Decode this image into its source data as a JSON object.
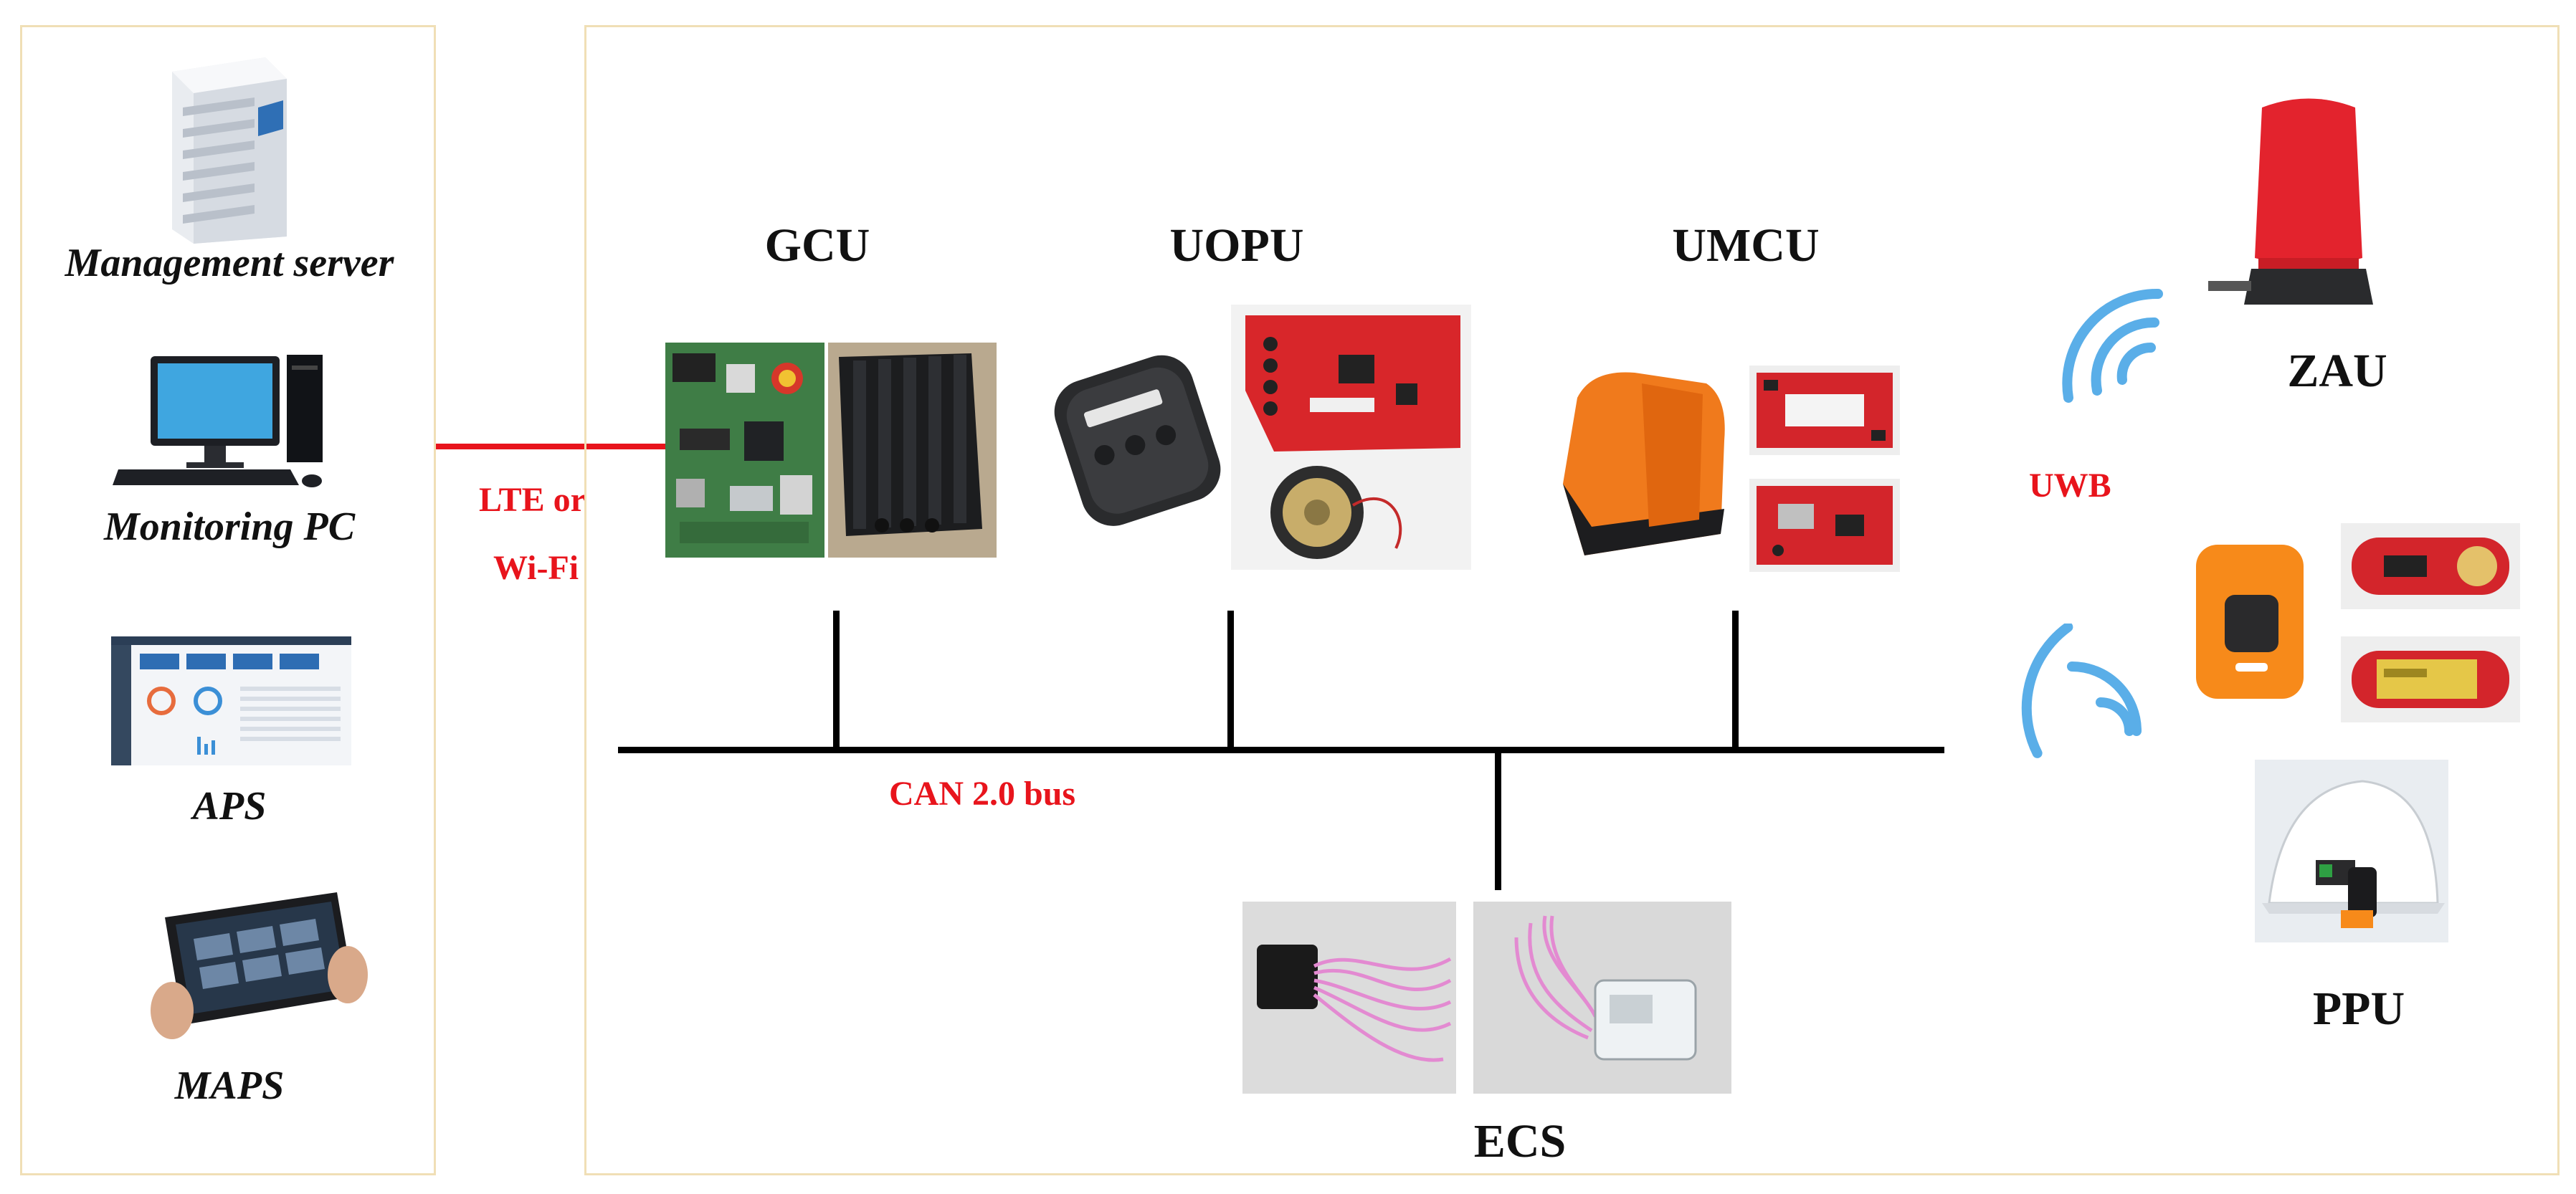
{
  "left_panel": {
    "items": [
      {
        "label": "Management server",
        "icon": "server-icon"
      },
      {
        "label": "Monitoring PC",
        "icon": "desktop-pc-icon"
      },
      {
        "label": "APS",
        "icon": "dashboard-screen-icon"
      },
      {
        "label": "MAPS",
        "icon": "tablet-icon"
      }
    ]
  },
  "link": {
    "line1": "LTE or",
    "line2": "Wi-Fi"
  },
  "devices": {
    "gcu": "GCU",
    "uopu": "UOPU",
    "umcu": "UMCU",
    "ecs": "ECS",
    "zau": "ZAU",
    "ppu": "PPU"
  },
  "bus": {
    "label": "CAN 2.0 bus"
  },
  "wireless": {
    "label": "UWB"
  },
  "colors": {
    "accent_red": "#e8141c",
    "panel_border": "#f0dfb6",
    "bus_line": "#000000"
  }
}
